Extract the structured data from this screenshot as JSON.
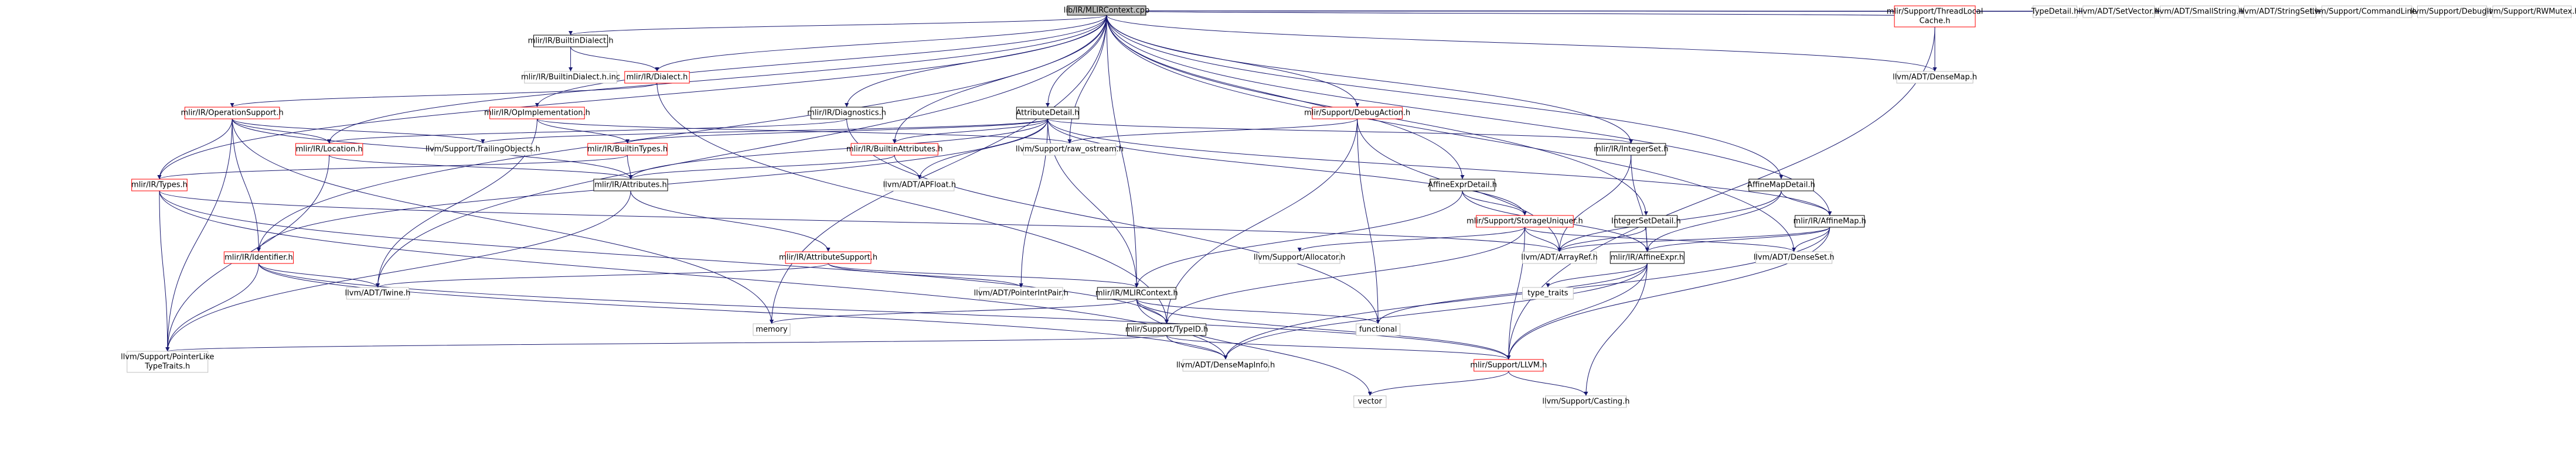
{
  "diagram": {
    "colors": {
      "edge": "#191970",
      "focus_fill": "#bfbfbf",
      "focus_border": "#000000",
      "documented_border": "#000000",
      "has_graph_border": "#ff0000",
      "undocumented_border": "#bfbfbf",
      "box_fill": "#ffffff"
    },
    "nodes": [
      {
        "id": "root",
        "lines": [
          "lib/IR/MLIRContext.cpp"
        ],
        "style": "focus"
      },
      {
        "id": "builtin-dialect",
        "lines": [
          "mlir/IR/BuiltinDialect.h"
        ],
        "style": "documented"
      },
      {
        "id": "builtin-dialect-inc",
        "lines": [
          "mlir/IR/BuiltinDialect.h.inc"
        ],
        "style": "undocumented"
      },
      {
        "id": "dialect",
        "lines": [
          "mlir/IR/Dialect.h"
        ],
        "style": "has-graph"
      },
      {
        "id": "operation-support",
        "lines": [
          "mlir/IR/OperationSupport.h"
        ],
        "style": "has-graph"
      },
      {
        "id": "op-implementation",
        "lines": [
          "mlir/IR/OpImplementation.h"
        ],
        "style": "has-graph"
      },
      {
        "id": "diagnostics",
        "lines": [
          "mlir/IR/Diagnostics.h"
        ],
        "style": "documented"
      },
      {
        "id": "attribute-detail",
        "lines": [
          "AttributeDetail.h"
        ],
        "style": "documented"
      },
      {
        "id": "debug-action",
        "lines": [
          "mlir/Support/DebugAction.h"
        ],
        "style": "has-graph"
      },
      {
        "id": "location",
        "lines": [
          "mlir/IR/Location.h"
        ],
        "style": "has-graph"
      },
      {
        "id": "trailing-objects",
        "lines": [
          "llvm/Support/TrailingObjects.h"
        ],
        "style": "undocumented"
      },
      {
        "id": "builtin-types",
        "lines": [
          "mlir/IR/BuiltinTypes.h"
        ],
        "style": "has-graph"
      },
      {
        "id": "builtin-attributes",
        "lines": [
          "mlir/IR/BuiltinAttributes.h"
        ],
        "style": "has-graph"
      },
      {
        "id": "raw-ostream",
        "lines": [
          "llvm/Support/raw_ostream.h"
        ],
        "style": "undocumented"
      },
      {
        "id": "integer-set",
        "lines": [
          "mlir/IR/IntegerSet.h"
        ],
        "style": "documented"
      },
      {
        "id": "types",
        "lines": [
          "mlir/IR/Types.h"
        ],
        "style": "has-graph"
      },
      {
        "id": "attributes",
        "lines": [
          "mlir/IR/Attributes.h"
        ],
        "style": "documented"
      },
      {
        "id": "apfloat",
        "lines": [
          "llvm/ADT/APFloat.h"
        ],
        "style": "undocumented"
      },
      {
        "id": "affine-expr-detail",
        "lines": [
          "AffineExprDetail.h"
        ],
        "style": "documented"
      },
      {
        "id": "affine-map-detail",
        "lines": [
          "AffineMapDetail.h"
        ],
        "style": "documented"
      },
      {
        "id": "storage-uniquer",
        "lines": [
          "mlir/Support/StorageUniquer.h"
        ],
        "style": "has-graph"
      },
      {
        "id": "integer-set-detail",
        "lines": [
          "IntegerSetDetail.h"
        ],
        "style": "documented"
      },
      {
        "id": "affine-map",
        "lines": [
          "mlir/IR/AffineMap.h"
        ],
        "style": "documented"
      },
      {
        "id": "identifier",
        "lines": [
          "mlir/IR/Identifier.h"
        ],
        "style": "has-graph"
      },
      {
        "id": "attribute-support",
        "lines": [
          "mlir/IR/AttributeSupport.h"
        ],
        "style": "has-graph"
      },
      {
        "id": "allocator",
        "lines": [
          "llvm/Support/Allocator.h"
        ],
        "style": "undocumented"
      },
      {
        "id": "array-ref",
        "lines": [
          "llvm/ADT/ArrayRef.h"
        ],
        "style": "undocumented"
      },
      {
        "id": "affine-expr",
        "lines": [
          "mlir/IR/AffineExpr.h"
        ],
        "style": "documented"
      },
      {
        "id": "dense-set",
        "lines": [
          "llvm/ADT/DenseSet.h"
        ],
        "style": "undocumented"
      },
      {
        "id": "twine",
        "lines": [
          "llvm/ADT/Twine.h"
        ],
        "style": "undocumented"
      },
      {
        "id": "pointer-int-pair",
        "lines": [
          "llvm/ADT/PointerIntPair.h"
        ],
        "style": "undocumented"
      },
      {
        "id": "mlir-context",
        "lines": [
          "mlir/IR/MLIRContext.h"
        ],
        "style": "documented"
      },
      {
        "id": "type-traits",
        "lines": [
          "type_traits"
        ],
        "style": "undocumented"
      },
      {
        "id": "memory",
        "lines": [
          "memory"
        ],
        "style": "undocumented"
      },
      {
        "id": "functional",
        "lines": [
          "functional"
        ],
        "style": "undocumented"
      },
      {
        "id": "type-id",
        "lines": [
          "mlir/Support/TypeID.h"
        ],
        "style": "documented"
      },
      {
        "id": "pointer-like-type-traits",
        "lines": [
          "llvm/Support/PointerLike",
          "TypeTraits.h"
        ],
        "style": "undocumented"
      },
      {
        "id": "dense-map-info",
        "lines": [
          "llvm/ADT/DenseMapInfo.h"
        ],
        "style": "undocumented"
      },
      {
        "id": "llvm-h",
        "lines": [
          "mlir/Support/LLVM.h"
        ],
        "style": "has-graph"
      },
      {
        "id": "vector",
        "lines": [
          "vector"
        ],
        "style": "undocumented"
      },
      {
        "id": "casting",
        "lines": [
          "llvm/Support/Casting.h"
        ],
        "style": "undocumented"
      },
      {
        "id": "thread-local-cache",
        "lines": [
          "mlir/Support/ThreadLocal",
          "Cache.h"
        ],
        "style": "has-graph"
      },
      {
        "id": "dense-map",
        "lines": [
          "llvm/ADT/DenseMap.h"
        ],
        "style": "undocumented"
      },
      {
        "id": "type-detail",
        "lines": [
          "TypeDetail.h"
        ],
        "style": "undocumented"
      },
      {
        "id": "set-vector",
        "lines": [
          "llvm/ADT/SetVector.h"
        ],
        "style": "undocumented"
      },
      {
        "id": "small-string",
        "lines": [
          "llvm/ADT/SmallString.h"
        ],
        "style": "undocumented"
      },
      {
        "id": "string-set",
        "lines": [
          "llvm/ADT/StringSet.h"
        ],
        "style": "undocumented"
      },
      {
        "id": "command-line",
        "lines": [
          "llvm/Support/CommandLine.h"
        ],
        "style": "undocumented"
      },
      {
        "id": "debug",
        "lines": [
          "llvm/Support/Debug.h"
        ],
        "style": "undocumented"
      },
      {
        "id": "rw-mutex",
        "lines": [
          "llvm/Support/RWMutex.h"
        ],
        "style": "undocumented"
      }
    ],
    "edges": [
      [
        "root",
        "builtin-dialect"
      ],
      [
        "root",
        "dialect"
      ],
      [
        "root",
        "op-implementation"
      ],
      [
        "root",
        "diagnostics"
      ],
      [
        "root",
        "attribute-detail"
      ],
      [
        "root",
        "debug-action"
      ],
      [
        "root",
        "location"
      ],
      [
        "root",
        "builtin-attributes"
      ],
      [
        "root",
        "raw-ostream"
      ],
      [
        "root",
        "integer-set"
      ],
      [
        "root",
        "types"
      ],
      [
        "root",
        "affine-expr-detail"
      ],
      [
        "root",
        "affine-map-detail"
      ],
      [
        "root",
        "integer-set-detail"
      ],
      [
        "root",
        "affine-map"
      ],
      [
        "root",
        "identifier"
      ],
      [
        "root",
        "twine"
      ],
      [
        "root",
        "mlir-context"
      ],
      [
        "root",
        "memory"
      ],
      [
        "root",
        "thread-local-cache"
      ],
      [
        "root",
        "dense-map"
      ],
      [
        "root",
        "dense-set"
      ],
      [
        "root",
        "type-detail"
      ],
      [
        "root",
        "set-vector"
      ],
      [
        "root",
        "small-string"
      ],
      [
        "root",
        "string-set"
      ],
      [
        "root",
        "command-line"
      ],
      [
        "root",
        "debug"
      ],
      [
        "root",
        "rw-mutex"
      ],
      [
        "builtin-dialect",
        "builtin-dialect-inc"
      ],
      [
        "builtin-dialect",
        "dialect"
      ],
      [
        "dialect",
        "operation-support"
      ],
      [
        "dialect",
        "type-id"
      ],
      [
        "operation-support",
        "location"
      ],
      [
        "operation-support",
        "trailing-objects"
      ],
      [
        "operation-support",
        "types"
      ],
      [
        "operation-support",
        "attributes"
      ],
      [
        "operation-support",
        "identifier"
      ],
      [
        "operation-support",
        "memory"
      ],
      [
        "operation-support",
        "pointer-like-type-traits"
      ],
      [
        "op-implementation",
        "builtin-types"
      ],
      [
        "op-implementation",
        "twine"
      ],
      [
        "op-implementation",
        "raw-ostream"
      ],
      [
        "diagnostics",
        "location"
      ],
      [
        "diagnostics",
        "functional"
      ],
      [
        "attribute-detail",
        "builtin-types"
      ],
      [
        "attribute-detail",
        "builtin-attributes"
      ],
      [
        "attribute-detail",
        "attributes"
      ],
      [
        "attribute-detail",
        "integer-set"
      ],
      [
        "attribute-detail",
        "mlir-context"
      ],
      [
        "attribute-detail",
        "storage-uniquer"
      ],
      [
        "attribute-detail",
        "apfloat"
      ],
      [
        "attribute-detail",
        "pointer-int-pair"
      ],
      [
        "attribute-detail",
        "affine-map"
      ],
      [
        "attribute-detail",
        "identifier"
      ],
      [
        "attribute-detail",
        "trailing-objects"
      ],
      [
        "debug-action",
        "raw-ostream"
      ],
      [
        "debug-action",
        "type-id"
      ],
      [
        "debug-action",
        "array-ref"
      ],
      [
        "debug-action",
        "functional"
      ],
      [
        "location",
        "attributes"
      ],
      [
        "location",
        "pointer-like-type-traits"
      ],
      [
        "builtin-types",
        "attributes"
      ],
      [
        "builtin-types",
        "types"
      ],
      [
        "builtin-attributes",
        "attributes"
      ],
      [
        "builtin-attributes",
        "apfloat"
      ],
      [
        "integer-set",
        "affine-expr"
      ],
      [
        "integer-set",
        "array-ref"
      ],
      [
        "types",
        "type-id"
      ],
      [
        "types",
        "dense-map-info"
      ],
      [
        "types",
        "pointer-like-type-traits"
      ],
      [
        "types",
        "array-ref"
      ],
      [
        "attributes",
        "attribute-support"
      ],
      [
        "attributes",
        "pointer-like-type-traits"
      ],
      [
        "affine-expr-detail",
        "affine-expr"
      ],
      [
        "affine-expr-detail",
        "storage-uniquer"
      ],
      [
        "affine-expr-detail",
        "mlir-context"
      ],
      [
        "affine-map-detail",
        "affine-map"
      ],
      [
        "affine-map-detail",
        "affine-expr"
      ],
      [
        "affine-map-detail",
        "array-ref"
      ],
      [
        "storage-uniquer",
        "allocator"
      ],
      [
        "storage-uniquer",
        "array-ref"
      ],
      [
        "storage-uniquer",
        "dense-set"
      ],
      [
        "storage-uniquer",
        "type-id"
      ],
      [
        "storage-uniquer",
        "llvm-h"
      ],
      [
        "integer-set-detail",
        "affine-expr"
      ],
      [
        "integer-set-detail",
        "array-ref"
      ],
      [
        "affine-map",
        "affine-expr"
      ],
      [
        "affine-map",
        "array-ref"
      ],
      [
        "affine-map",
        "dense-map-info"
      ],
      [
        "affine-map",
        "llvm-h"
      ],
      [
        "affine-map",
        "dense-set"
      ],
      [
        "identifier",
        "twine"
      ],
      [
        "identifier",
        "dense-map-info"
      ],
      [
        "identifier",
        "pointer-like-type-traits"
      ],
      [
        "identifier",
        "llvm-h"
      ],
      [
        "attribute-support",
        "mlir-context"
      ],
      [
        "attribute-support",
        "pointer-int-pair"
      ],
      [
        "attribute-support",
        "twine"
      ],
      [
        "affine-expr",
        "dense-map-info"
      ],
      [
        "affine-expr",
        "casting"
      ],
      [
        "affine-expr",
        "type-traits"
      ],
      [
        "affine-expr",
        "functional"
      ],
      [
        "affine-expr",
        "llvm-h"
      ],
      [
        "mlir-context",
        "type-id"
      ],
      [
        "mlir-context",
        "llvm-h"
      ],
      [
        "mlir-context",
        "functional"
      ],
      [
        "mlir-context",
        "memory"
      ],
      [
        "mlir-context",
        "vector"
      ],
      [
        "type-id",
        "pointer-like-type-traits"
      ],
      [
        "type-id",
        "dense-map-info"
      ],
      [
        "type-id",
        "llvm-h"
      ],
      [
        "llvm-h",
        "vector"
      ],
      [
        "llvm-h",
        "casting"
      ],
      [
        "thread-local-cache",
        "llvm-h"
      ],
      [
        "thread-local-cache",
        "dense-map"
      ]
    ]
  }
}
